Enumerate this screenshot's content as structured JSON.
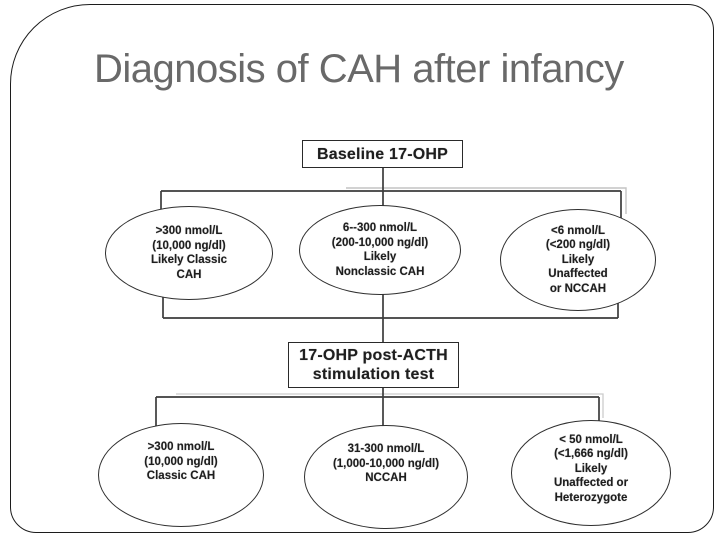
{
  "title": "Diagnosis of CAH after infancy",
  "flowchart": {
    "baseline_box": "Baseline 17-OHP",
    "stim_box": {
      "line1": "17-OHP post-ACTH",
      "line2": "stimulation test"
    },
    "row1": [
      {
        "name": "Likely Classic CAH",
        "lines": [
          ">300 nmol/L",
          "(10,000 ng/dl)",
          "Likely Classic",
          "CAH"
        ]
      },
      {
        "name": "Likely Nonclassic CAH",
        "lines": [
          "6--300 nmol/L",
          "(200-10,000 ng/dl)",
          "Likely",
          "Nonclassic CAH"
        ]
      },
      {
        "name": "Likely Unaffected or NCCAH",
        "lines": [
          "<6 nmol/L",
          "(<200 ng/dl)",
          "Likely",
          "Unaffected",
          "or NCCAH"
        ]
      }
    ],
    "row2": [
      {
        "name": "Classic CAH",
        "lines": [
          ">300 nmol/L",
          "(10,000 ng/dl)",
          "Classic CAH"
        ]
      },
      {
        "name": "NCCAH",
        "lines": [
          "31-300 nmol/L",
          "(1,000-10,000 ng/dl)",
          "NCCAH"
        ]
      },
      {
        "name": "Likely Unaffected or Heterozygote",
        "lines": [
          "< 50 nmol/L",
          "(<1,666 ng/dl)",
          "Likely",
          "Unaffected or",
          "Heterozygote"
        ]
      }
    ]
  },
  "colors": {
    "title_gray": "#696969",
    "diagram_ink": "#1e1e1e",
    "connector": "#3c3c3c",
    "background": "#ffffff"
  }
}
